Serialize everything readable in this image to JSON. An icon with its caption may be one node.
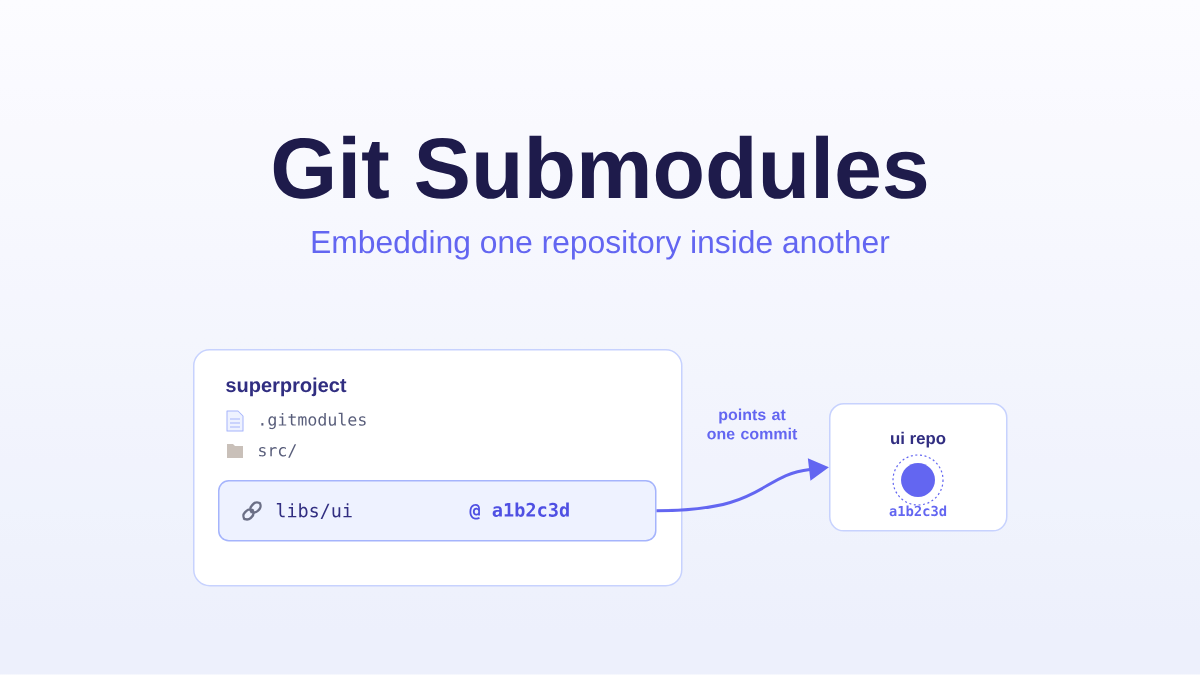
{
  "diagram": {
    "title": "Git Submodules",
    "nodes": [
      {
        "text": [
          "superproject",
          ".gitmodules",
          "src/"
        ]
      },
      {
        "text": [
          "libs/ui",
          "@ a1b2c3d"
        ],
        "in": 0
      },
      {
        "text": [
          "ui repo",
          "a1b2c3d"
        ]
      }
    ],
    "edges": [
      {
        "from": 1,
        "to": 2,
        "arrow": "to",
        "label": "points at one commit"
      }
    ],
    "labels": [
      "Embedding one repository inside another"
    ]
  }
}
